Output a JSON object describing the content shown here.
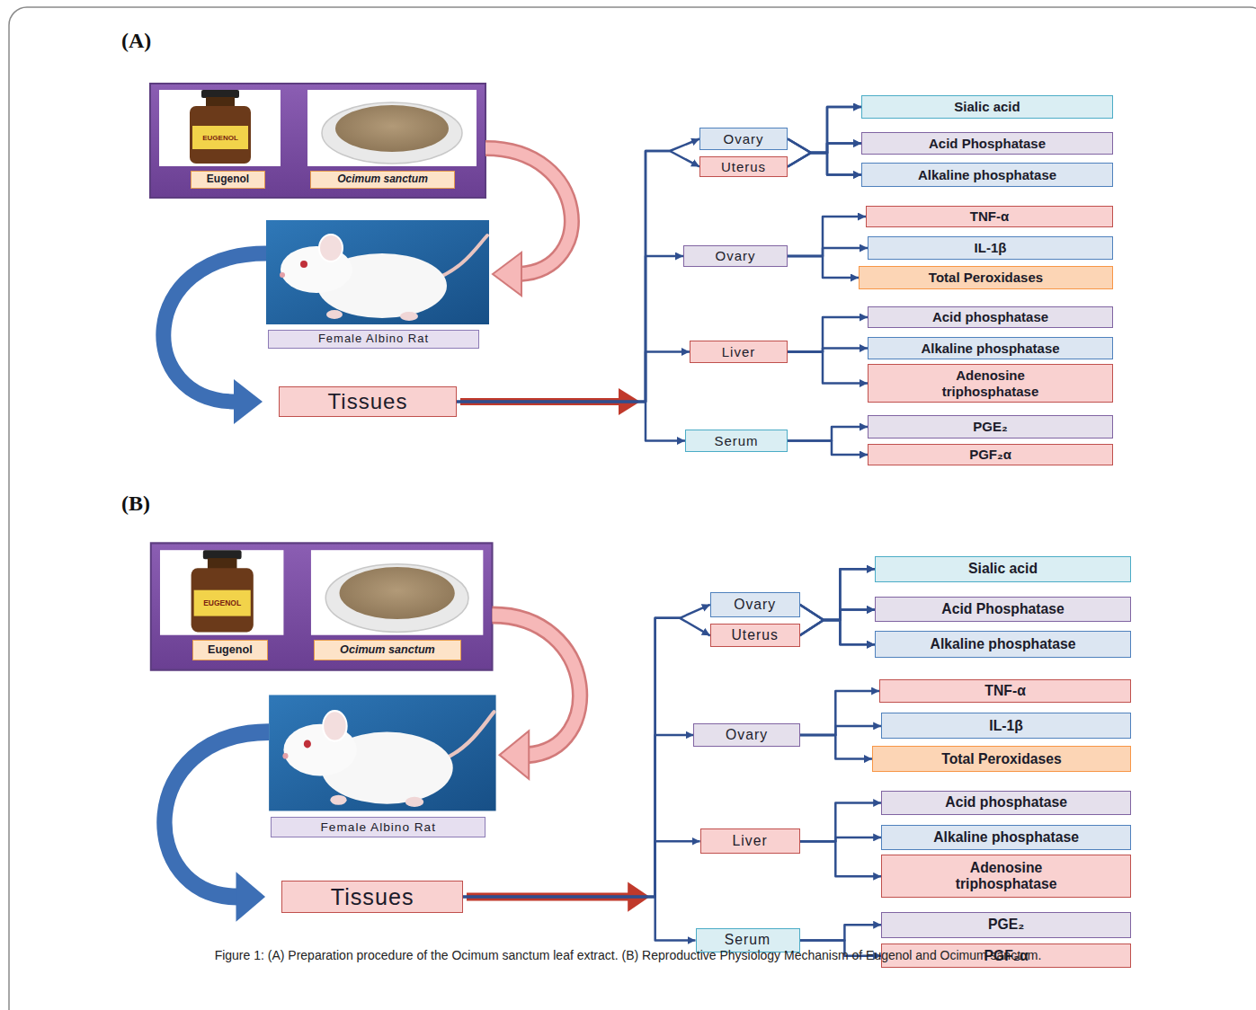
{
  "diagram": {
    "caption": "Figure 1: (A) Preparation procedure of the Ocimum sanctum leaf extract. (B) Reproductive Physiology Mechanism of Eugenol and Ocimum sanctum.",
    "nodes": [
      {
        "text": [
          "Eugenol"
        ]
      },
      {
        "text": [
          "Ocimum sanctum"
        ]
      },
      {
        "text": [
          "Female Albino Rat"
        ]
      },
      {
        "text": [
          "Tissues"
        ]
      },
      {
        "text": [
          "Ovary"
        ]
      },
      {
        "text": [
          "Uterus"
        ]
      },
      {
        "text": [
          "Sialic acid"
        ]
      },
      {
        "text": [
          "Acid Phosphatase"
        ]
      },
      {
        "text": [
          "Alkaline phosphatase"
        ]
      },
      {
        "text": [
          "Ovary"
        ]
      },
      {
        "text": [
          "TNF-α"
        ]
      },
      {
        "text": [
          "IL-1β"
        ]
      },
      {
        "text": [
          "Total Peroxidases"
        ]
      },
      {
        "text": [
          "Liver"
        ]
      },
      {
        "text": [
          "Acid phosphatase"
        ]
      },
      {
        "text": [
          "Alkaline phosphatase"
        ]
      },
      {
        "text": [
          "Adenosine triphosphatase"
        ]
      },
      {
        "text": [
          "Serum"
        ]
      },
      {
        "text": [
          "PGE₂"
        ]
      },
      {
        "text": [
          "PGF₂α"
        ]
      },
      {
        "text": [
          "Eugenol"
        ]
      },
      {
        "text": [
          "Ocimum sanctum"
        ]
      },
      {
        "text": [
          "Female Albino Rat"
        ]
      },
      {
        "text": [
          "Tissues"
        ]
      },
      {
        "text": [
          "Ovary"
        ]
      },
      {
        "text": [
          "Uterus"
        ]
      },
      {
        "text": [
          "Sialic acid"
        ]
      },
      {
        "text": [
          "Acid Phosphatase"
        ]
      },
      {
        "text": [
          "Alkaline phosphatase"
        ]
      },
      {
        "text": [
          "Ovary"
        ]
      },
      {
        "text": [
          "TNF-α"
        ]
      },
      {
        "text": [
          "IL-1β"
        ]
      },
      {
        "text": [
          "Total Peroxidases"
        ]
      },
      {
        "text": [
          "Liver"
        ]
      },
      {
        "text": [
          "Acid phosphatase"
        ]
      },
      {
        "text": [
          "Alkaline phosphatase"
        ]
      },
      {
        "text": [
          "Adenosine triphosphatase"
        ]
      },
      {
        "text": [
          "Serum"
        ]
      },
      {
        "text": [
          "PGE₂"
        ]
      },
      {
        "text": [
          "PGF₂α"
        ]
      }
    ],
    "edges": [
      {
        "from": 3,
        "to": 4,
        "arrow": "to"
      },
      {
        "from": 3,
        "to": 5,
        "arrow": "to"
      },
      {
        "from": 3,
        "to": 9,
        "arrow": "to"
      },
      {
        "from": 3,
        "to": 13,
        "arrow": "to"
      },
      {
        "from": 3,
        "to": 17,
        "arrow": "to"
      },
      {
        "from": 4,
        "to": 6,
        "arrow": "to"
      },
      {
        "from": 4,
        "to": 7,
        "arrow": "to"
      },
      {
        "from": 4,
        "to": 8,
        "arrow": "to"
      },
      {
        "from": 5,
        "to": 6,
        "arrow": "to"
      },
      {
        "from": 5,
        "to": 7,
        "arrow": "to"
      },
      {
        "from": 5,
        "to": 8,
        "arrow": "to"
      },
      {
        "from": 9,
        "to": 10,
        "arrow": "to"
      },
      {
        "from": 9,
        "to": 11,
        "arrow": "to"
      },
      {
        "from": 9,
        "to": 12,
        "arrow": "to"
      },
      {
        "from": 13,
        "to": 14,
        "arrow": "to"
      },
      {
        "from": 13,
        "to": 15,
        "arrow": "to"
      },
      {
        "from": 13,
        "to": 16,
        "arrow": "to"
      },
      {
        "from": 17,
        "to": 18,
        "arrow": "to"
      },
      {
        "from": 17,
        "to": 19,
        "arrow": "to"
      },
      {
        "from": 23,
        "to": 24,
        "arrow": "to"
      },
      {
        "from": 23,
        "to": 25,
        "arrow": "to"
      },
      {
        "from": 23,
        "to": 29,
        "arrow": "to"
      },
      {
        "from": 23,
        "to": 33,
        "arrow": "to"
      },
      {
        "from": 23,
        "to": 37,
        "arrow": "to"
      },
      {
        "from": 24,
        "to": 26,
        "arrow": "to"
      },
      {
        "from": 24,
        "to": 27,
        "arrow": "to"
      },
      {
        "from": 24,
        "to": 28,
        "arrow": "to"
      },
      {
        "from": 25,
        "to": 26,
        "arrow": "to"
      },
      {
        "from": 25,
        "to": 27,
        "arrow": "to"
      },
      {
        "from": 25,
        "to": 28,
        "arrow": "to"
      },
      {
        "from": 29,
        "to": 30,
        "arrow": "to"
      },
      {
        "from": 29,
        "to": 31,
        "arrow": "to"
      },
      {
        "from": 29,
        "to": 32,
        "arrow": "to"
      },
      {
        "from": 33,
        "to": 34,
        "arrow": "to"
      },
      {
        "from": 33,
        "to": 35,
        "arrow": "to"
      },
      {
        "from": 33,
        "to": 36,
        "arrow": "to"
      },
      {
        "from": 37,
        "to": 38,
        "arrow": "to"
      },
      {
        "from": 37,
        "to": 39,
        "arrow": "to"
      }
    ],
    "labels": [
      "(A)",
      "EUGENOL",
      "(B)",
      "EUGENOL"
    ]
  }
}
